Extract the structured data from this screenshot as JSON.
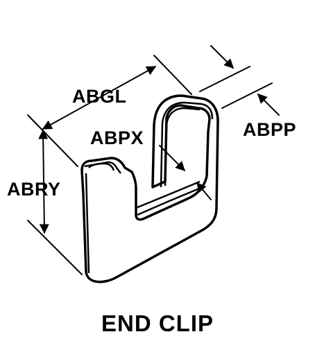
{
  "part": {
    "name": "END CLIP"
  },
  "dimensions": {
    "abgl": "ABGL",
    "abpx": "ABPX",
    "abpp": "ABPP",
    "abry": "ABRY"
  },
  "colors": {
    "line": "#000000",
    "background": "#ffffff"
  }
}
